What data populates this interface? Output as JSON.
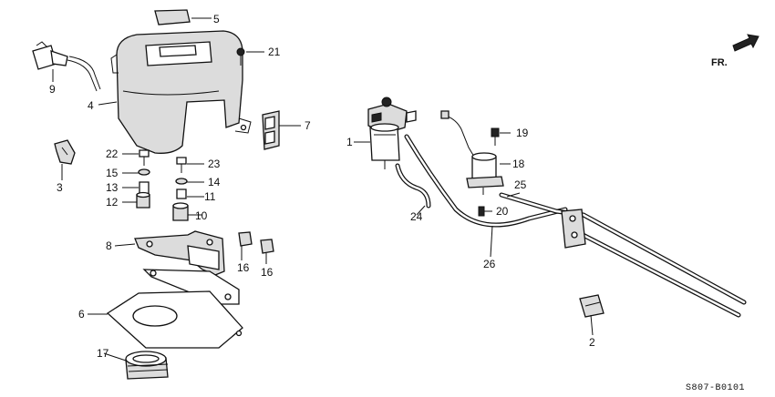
{
  "orientation_label": "FR.",
  "diagram_code": "S807-B0101",
  "callouts": [
    "1",
    "2",
    "3",
    "4",
    "5",
    "6",
    "7",
    "8",
    "9",
    "10",
    "11",
    "12",
    "13",
    "14",
    "15",
    "16",
    "16",
    "17",
    "18",
    "19",
    "20",
    "21",
    "22",
    "23",
    "24",
    "25",
    "26"
  ]
}
